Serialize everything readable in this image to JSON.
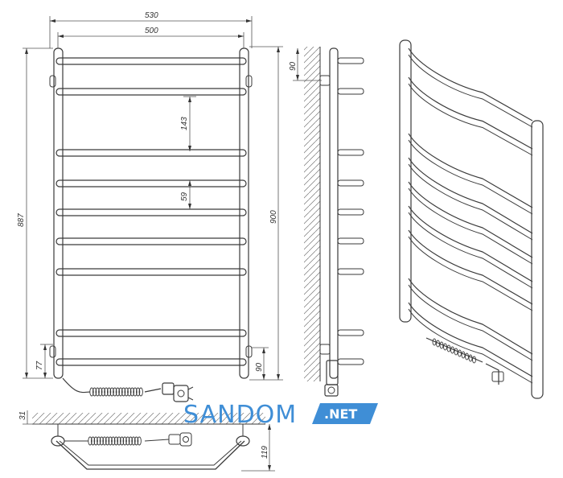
{
  "dimensions": {
    "overall_width": "530",
    "pipe_spacing": "500",
    "bar_spacing_large": "143",
    "bar_spacing_small": "59",
    "height_inner": "887",
    "height_overall": "900",
    "bottom_offset": "77",
    "mount_offset_top": "90",
    "mount_offset_bottom": "90",
    "wall_offset": "31",
    "depth": "119"
  },
  "watermark": {
    "brand": "SANDOM",
    "suffix": ".NET",
    "brand_color": "#3f8ed6"
  },
  "icons": [
    "heating-cable-coil-icon",
    "plug-icon",
    "wall-hatch-icon"
  ]
}
